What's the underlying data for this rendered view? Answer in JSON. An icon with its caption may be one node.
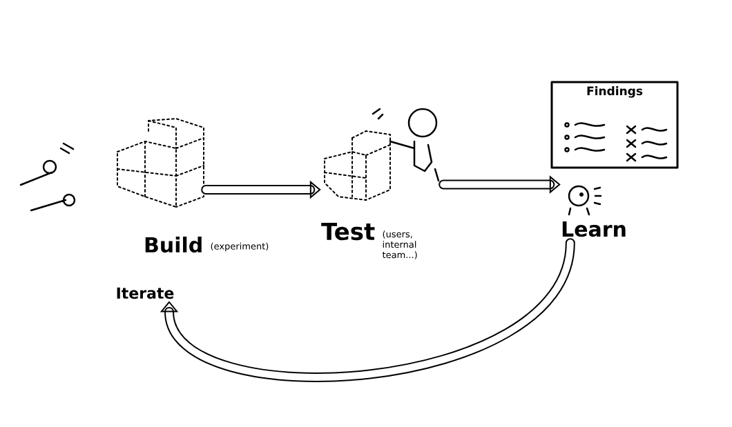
{
  "diagram": {
    "nodes": [
      {
        "text": [
          "Build"
        ],
        "beside": [
          "(experiment)"
        ]
      },
      {
        "text": [
          "Test"
        ],
        "beside": [
          "(users, internal team...)"
        ]
      },
      {
        "text": [
          "Findings"
        ]
      },
      {
        "text": [
          "Learn"
        ]
      },
      {
        "text": [
          "Iterate"
        ]
      }
    ],
    "edges": [
      {
        "from": 0,
        "to": 1,
        "arrow": "to"
      },
      {
        "from": 1,
        "to": 3,
        "arrow": "to"
      },
      {
        "from": 3,
        "to": 4,
        "arrow": "to"
      }
    ]
  }
}
